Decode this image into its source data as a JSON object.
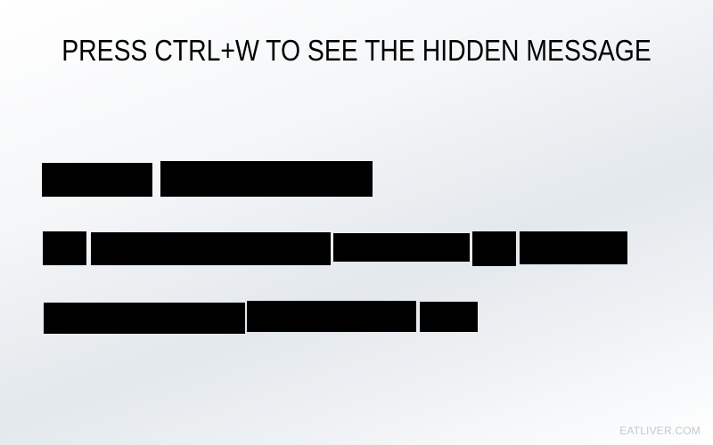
{
  "title": "PRESS CTRL+W TO SEE THE HIDDEN MESSAGE",
  "redacted_lines": [
    {
      "line": 1,
      "redacted_words": 2
    },
    {
      "line": 2,
      "redacted_words": 5
    },
    {
      "line": 3,
      "redacted_words": 3
    }
  ],
  "watermark": "EATLIVER.COM",
  "colors": {
    "redaction": "#000000",
    "watermark": "#c3c9ce"
  }
}
